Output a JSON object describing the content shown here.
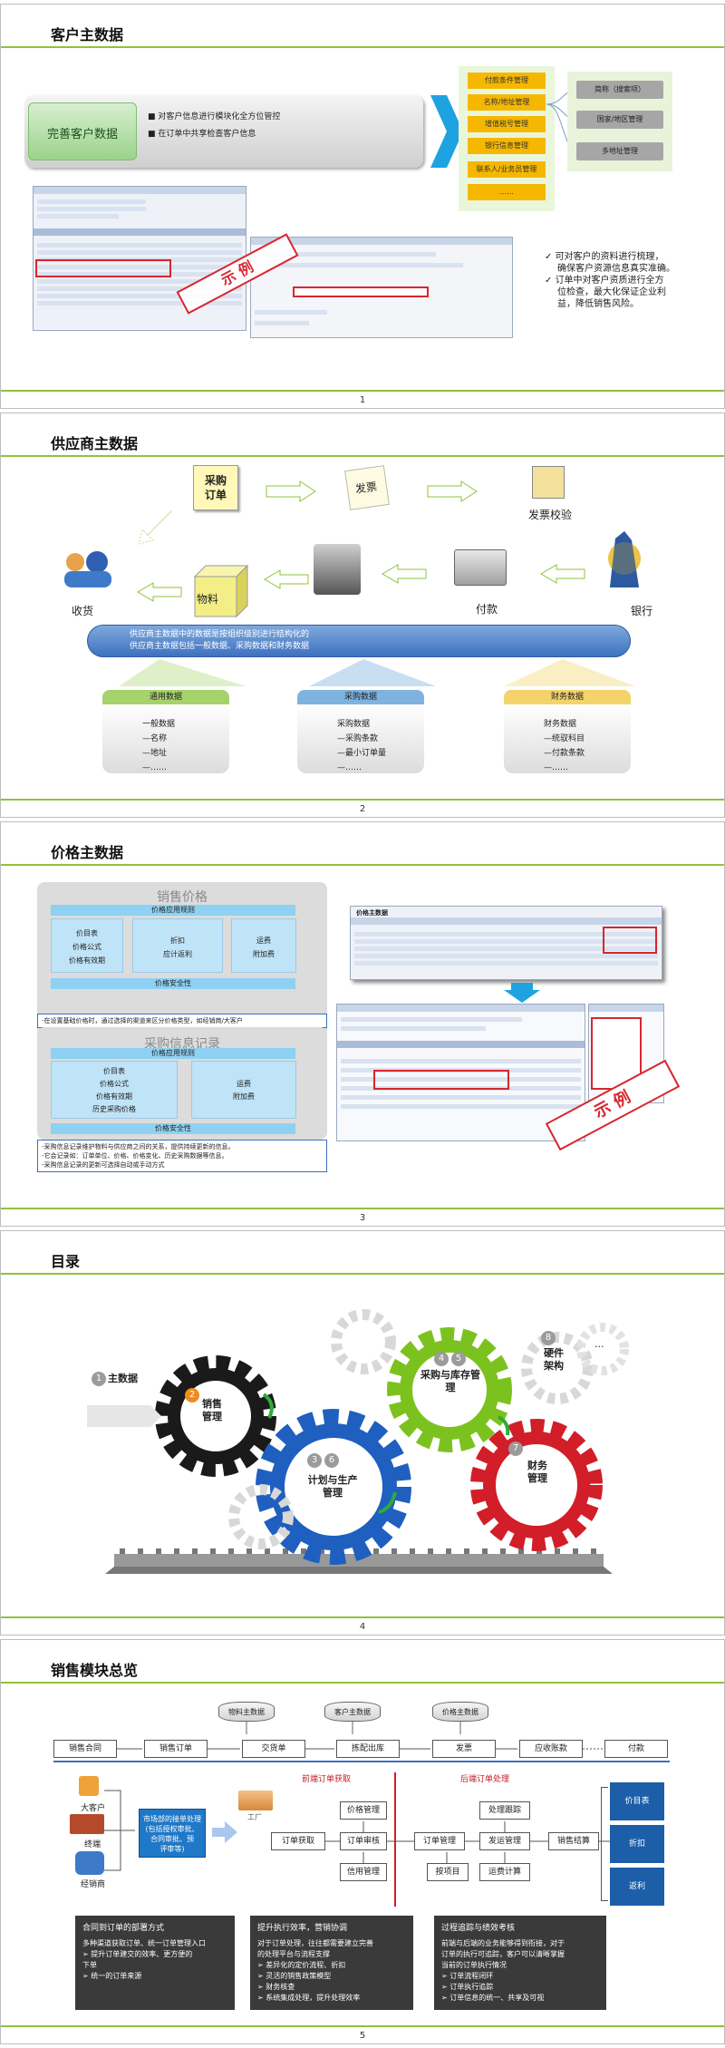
{
  "slides": [
    {
      "title": "客户主数据",
      "number": "1",
      "main_box": "完善客户数据",
      "bullets": [
        "对客户信息进行模块化全方位管控",
        "在订单中共享检查客户信息"
      ],
      "orange_items": [
        "付款条件管理",
        "名称/地址管理",
        "增值税号管理",
        "银行信息管理",
        "联系人/业务员管理",
        "……"
      ],
      "gray_items": [
        "简称（搜索项）",
        "国家/地区管理",
        "多地址管理"
      ],
      "stamp": "示 例",
      "checks": [
        [
          "可对客户的资料进行梳理，",
          "确保客户资源信息真实准确。"
        ],
        [
          "订单中对客户资质进行全方",
          "位检查，最大化保证企业利",
          "益，降低销售风险。"
        ]
      ]
    },
    {
      "title": "供应商主数据",
      "number": "2",
      "flow": {
        "po": "采购订单",
        "invoice": "发票",
        "invoice_check": "发票校验",
        "bank": "银行",
        "pay": "付款",
        "material": "物料",
        "receive": "收货"
      },
      "banner": [
        "供应商主数据中的数据是按组织级别进行结构化的",
        "供应商主数据包括一般数据、采购数据和财务数据"
      ],
      "categories": [
        {
          "head": "通用数据",
          "color": "#a6d26b",
          "items": [
            "一般数据",
            "—名称",
            "—地址",
            "—……"
          ]
        },
        {
          "head": "采购数据",
          "color": "#7fb3df",
          "items": [
            "采购数据",
            "—采购条款",
            "—最小订单量",
            "—……"
          ]
        },
        {
          "head": "财务数据",
          "color": "#f4d36a",
          "items": [
            "财务数据",
            "—统驭科目",
            "—付款条款",
            "—……"
          ]
        }
      ]
    },
    {
      "title": "价格主数据",
      "number": "3",
      "sales": {
        "title": "销售价格",
        "rule": "价格应用规则",
        "col1": [
          "价目表",
          "价格公式",
          "价格有效期"
        ],
        "col2": [
          "折扣",
          "应计返利"
        ],
        "col3": [
          "运费",
          "附加费"
        ],
        "safety": "价格安全性",
        "note": "-在设置基础价格时，通过选择的渠道来区分价格类型，如经销商/大客户"
      },
      "purchase": {
        "title": "采购信息记录",
        "rule": "价格应用规则",
        "col1": [
          "价目表",
          "价格公式",
          "价格有效期",
          "历史采购价格"
        ],
        "col2": [
          "运费",
          "附加费"
        ],
        "safety": "价格安全性",
        "notes": [
          "-采购信息记录维护物料与供应商之间的关系，提供持续更新的信息。",
          "-它会记录如：订单单位、价格、价格变化、历史采购数据等信息。",
          "-采购信息记录的更新可选择自动或手动方式"
        ]
      },
      "window_title": "价格主数据",
      "stamp": "示 例"
    },
    {
      "title": "目录",
      "number": "4",
      "items": [
        {
          "num": "1",
          "label": "主数据"
        },
        {
          "num": "2",
          "label": "销售管理"
        },
        {
          "num": "3",
          "label": ""
        },
        {
          "num": "6",
          "label": "计划与生产管理"
        },
        {
          "num": "4",
          "label": ""
        },
        {
          "num": "5",
          "label": "采购与库存管理"
        },
        {
          "num": "7",
          "label": "财务管理"
        },
        {
          "num": "8",
          "label": "硬件架构"
        },
        {
          "num": "",
          "label": "..."
        }
      ]
    },
    {
      "title": "销售模块总览",
      "number": "5",
      "dbs": [
        "物料主数据",
        "客户主数据",
        "价格主数据"
      ],
      "flow": [
        "销售合同",
        "销售订单",
        "交货单",
        "拣配出库",
        "发票",
        "应收账款",
        "付款"
      ],
      "left_icons": [
        "大客户",
        "终端",
        "经销商"
      ],
      "market_box": [
        "市场部的接单处理",
        "(包括授权审批、",
        "合同审批、预",
        "评审等)"
      ],
      "factory": "工厂",
      "section_front": "前端订单获取",
      "section_back": "后端订单处理",
      "front": {
        "get": "订单获取",
        "review": "订单审核",
        "price": "价格管理",
        "credit": "信用管理"
      },
      "back": {
        "manage": "订单管理",
        "ship": "发运管理",
        "settle": "销售结算",
        "pick": "处理跟踪",
        "item": "按项目",
        "freight": "运费计算"
      },
      "tiles": [
        "价目表",
        "折扣",
        "返利"
      ],
      "panels": [
        {
          "head": "合同到订单的部署方式",
          "lines": [
            "多种渠道获取订单、统一订单管理入口",
            "➢  提升订单建交的效率、更方便的",
            "    下单",
            "➢  统一的订单来源"
          ]
        },
        {
          "head": "提升执行效率，营销协调",
          "lines": [
            "对于订单处理，往往都需要建立完善",
            "的处理平台与流程支撑",
            "➢  差异化的定价流程、折扣",
            "➢  灵活的销售政策模型",
            "➢  财务核查",
            "➢  系统集成处理，提升处理效率"
          ]
        },
        {
          "head": "过程追踪与绩效考核",
          "lines": [
            "前端与后端的业务能够得到衔接，对于",
            "订单的执行可追踪，客户可以清晰掌握",
            "当前的订单执行情况",
            "➢  订单流程闭环",
            "➢  订单执行追踪",
            "➢  订单信息的统一、共享及可视"
          ]
        }
      ]
    }
  ]
}
